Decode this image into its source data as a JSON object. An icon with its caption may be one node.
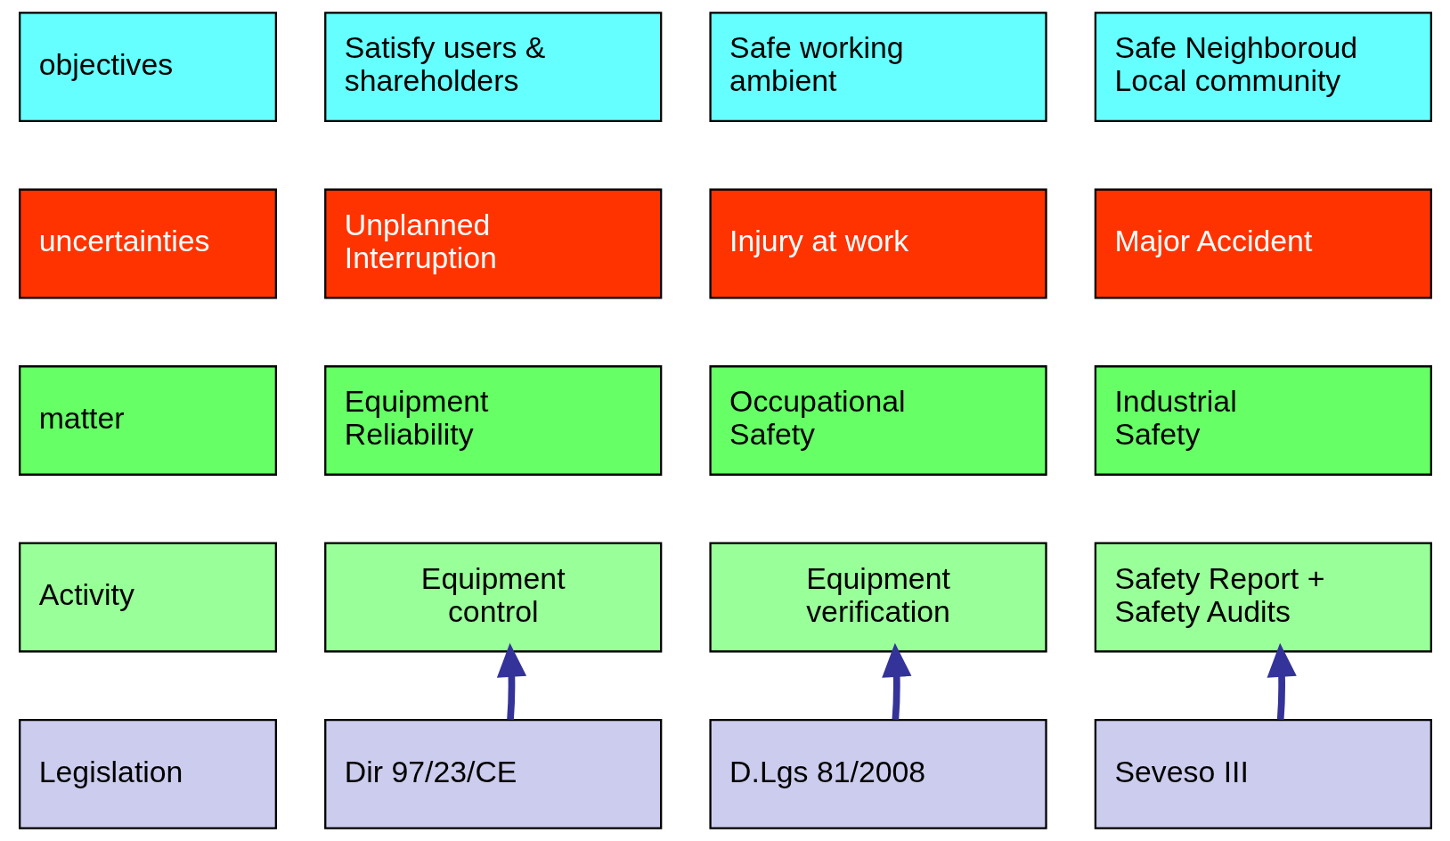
{
  "diagram": {
    "nodes": [
      {
        "text": [
          "objectives"
        ]
      },
      {
        "text": [
          "Satisfy users & shareholders"
        ]
      },
      {
        "text": [
          "Safe working ambient"
        ]
      },
      {
        "text": [
          "Safe Neighboroud Local community"
        ]
      },
      {
        "text": [
          "uncertainties"
        ]
      },
      {
        "text": [
          "Unplanned Interruption"
        ]
      },
      {
        "text": [
          "Injury at work"
        ]
      },
      {
        "text": [
          "Major Accident"
        ]
      },
      {
        "text": [
          "matter"
        ]
      },
      {
        "text": [
          "Equipment Reliability"
        ]
      },
      {
        "text": [
          "Occupational Safety"
        ]
      },
      {
        "text": [
          "Industrial Safety"
        ]
      },
      {
        "text": [
          "Activity"
        ]
      },
      {
        "text": [
          "Equipment control"
        ]
      },
      {
        "text": [
          "Equipment verification"
        ]
      },
      {
        "text": [
          "Safety Report + Safety Audits"
        ]
      },
      {
        "text": [
          "Legislation"
        ]
      },
      {
        "text": [
          "Dir 97/23/CE"
        ]
      },
      {
        "text": [
          "D.Lgs 81/2008"
        ]
      },
      {
        "text": [
          "Seveso III"
        ]
      }
    ],
    "edges": [
      {
        "from": 17,
        "to": 13,
        "arrow": "to"
      },
      {
        "from": 18,
        "to": 14,
        "arrow": "to"
      },
      {
        "from": 19,
        "to": 15,
        "arrow": "to"
      }
    ]
  }
}
